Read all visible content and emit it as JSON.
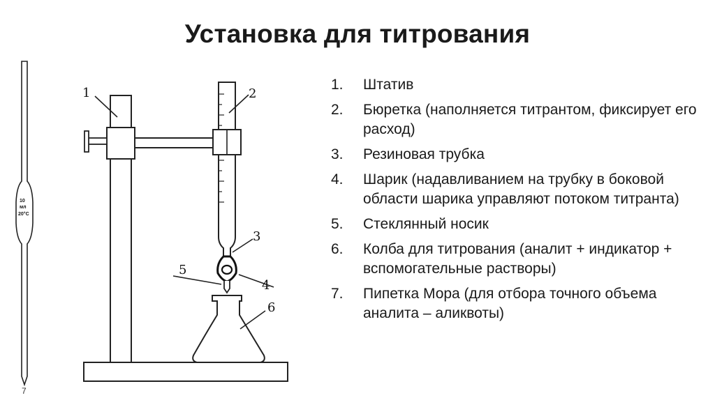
{
  "title": "Установка для титрования",
  "legend": [
    {
      "num": "1.",
      "text": "Штатив"
    },
    {
      "num": "2.",
      "text": "Бюретка (наполняется титрантом, фиксирует его расход)"
    },
    {
      "num": "3.",
      "text": "Резиновая трубка"
    },
    {
      "num": "4.",
      "text": "Шарик (надавливанием на трубку в боковой области шарика управляют потоком титранта)"
    },
    {
      "num": "5.",
      "text": "Стеклянный носик"
    },
    {
      "num": "6.",
      "text": "Колба для титрования (аналит + индикатор + вспомогательные растворы)"
    },
    {
      "num": "7.",
      "text": "Пипетка Мора (для отбора точного объема аналита – аликвоты)"
    }
  ],
  "callouts": [
    "1",
    "2",
    "3",
    "4",
    "5",
    "6"
  ],
  "pipette": {
    "volume": "10",
    "unit": "мл",
    "temp": "20°C",
    "number": "7"
  }
}
